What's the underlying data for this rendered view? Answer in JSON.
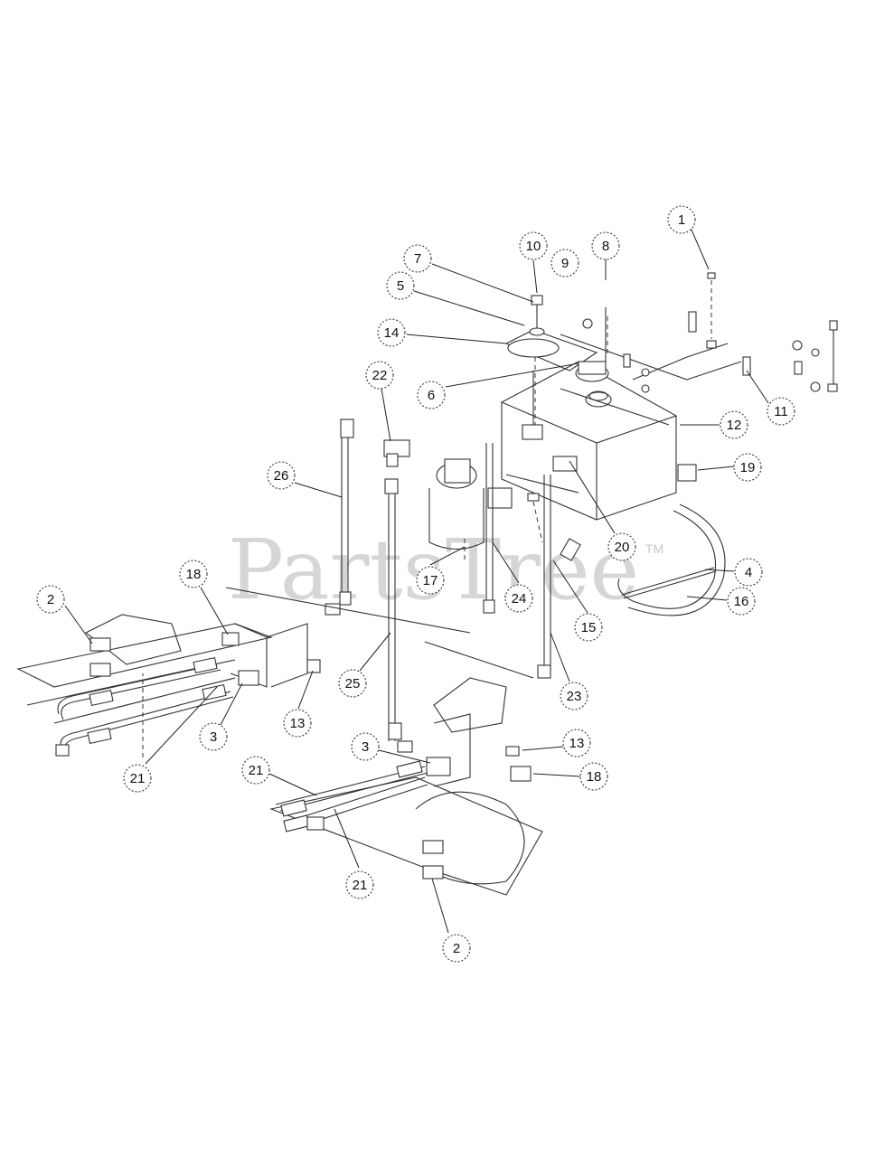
{
  "watermark": {
    "text": "PartsTree",
    "trademark": "TM"
  },
  "callouts": [
    {
      "label": "1"
    },
    {
      "label": "10"
    },
    {
      "label": "9"
    },
    {
      "label": "8"
    },
    {
      "label": "7"
    },
    {
      "label": "5"
    },
    {
      "label": "14"
    },
    {
      "label": "22"
    },
    {
      "label": "6"
    },
    {
      "label": "11"
    },
    {
      "label": "12"
    },
    {
      "label": "26"
    },
    {
      "label": "19"
    },
    {
      "label": "20"
    },
    {
      "label": "4"
    },
    {
      "label": "17"
    },
    {
      "label": "18"
    },
    {
      "label": "16"
    },
    {
      "label": "2"
    },
    {
      "label": "24"
    },
    {
      "label": "15"
    },
    {
      "label": "25"
    },
    {
      "label": "23"
    },
    {
      "label": "13"
    },
    {
      "label": "3"
    },
    {
      "label": "13"
    },
    {
      "label": "21"
    },
    {
      "label": "3"
    },
    {
      "label": "18"
    },
    {
      "label": "21"
    },
    {
      "label": "21"
    },
    {
      "label": "2"
    }
  ]
}
